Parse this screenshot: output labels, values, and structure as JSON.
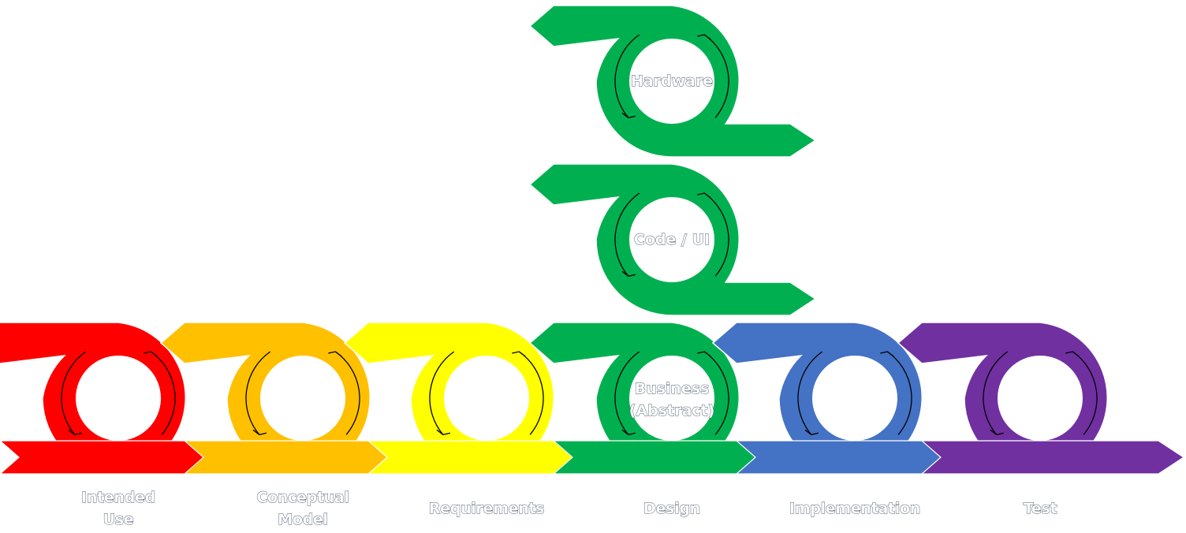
{
  "diagram": {
    "title": "",
    "phases": [
      {
        "id": "intended-use",
        "lines": [
          "Intended",
          "Use"
        ],
        "color": "#ff0000",
        "loop_label": []
      },
      {
        "id": "conceptual-model",
        "lines": [
          "Conceptual",
          "Model"
        ],
        "color": "#ffc000",
        "loop_label": []
      },
      {
        "id": "requirements",
        "lines": [
          "Requirements"
        ],
        "color": "#ffff00",
        "loop_label": []
      },
      {
        "id": "design",
        "lines": [
          "Design"
        ],
        "color": "#00b050",
        "loop_label": [
          "Business",
          "(Abstract)"
        ]
      },
      {
        "id": "implementation",
        "lines": [
          "Implementation"
        ],
        "color": "#4472c4",
        "loop_label": []
      },
      {
        "id": "test",
        "lines": [
          "Test"
        ],
        "color": "#7030a0",
        "loop_label": []
      }
    ],
    "stacked_loops": [
      {
        "id": "code-ui",
        "lines": [
          "Code / UI"
        ],
        "color": "#00b050"
      },
      {
        "id": "hardware",
        "lines": [
          "Hardware"
        ],
        "color": "#00b050"
      }
    ]
  }
}
